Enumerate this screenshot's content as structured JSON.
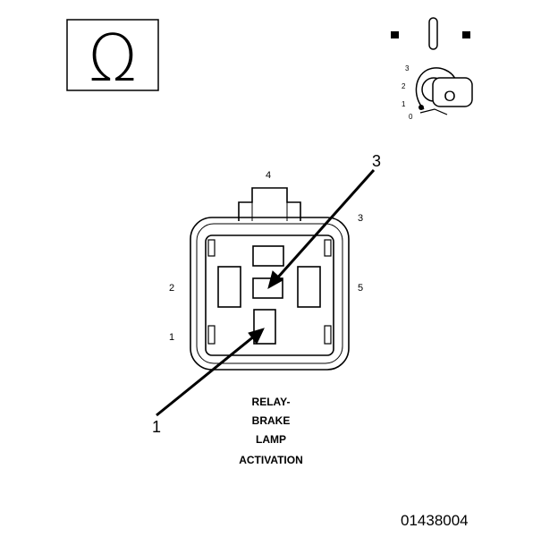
{
  "ohm_symbol": "Ω",
  "ignition": {
    "positions": [
      "3",
      "2",
      "1",
      "0"
    ],
    "key_letter": "O"
  },
  "pins": {
    "top": "4",
    "upper_right": "3",
    "left": "2",
    "right": "5",
    "lower_left": "1"
  },
  "callouts": {
    "first": "1",
    "third": "3"
  },
  "caption": {
    "line1": "RELAY-",
    "line2": "BRAKE",
    "line3": "LAMP",
    "line4": "ACTIVATION"
  },
  "figure_id": "01438004",
  "colors": {
    "ink": "#000000",
    "paper": "#ffffff"
  }
}
